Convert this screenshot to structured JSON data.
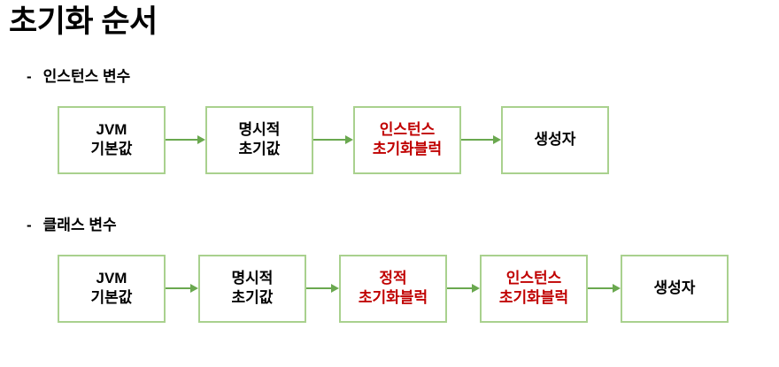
{
  "title": "초기화 순서",
  "colors": {
    "box_border": "#a9d18e",
    "arrow": "#6aa84f",
    "highlight": "#c00000",
    "text": "#000000"
  },
  "sections": [
    {
      "bullet": "-",
      "label": "인스턴스 변수",
      "boxes": [
        {
          "lines": [
            "JVM",
            "기본값"
          ],
          "highlight": false
        },
        {
          "lines": [
            "명시적",
            "초기값"
          ],
          "highlight": false
        },
        {
          "lines": [
            "인스턴스",
            "초기화블럭"
          ],
          "highlight": true
        },
        {
          "lines": [
            "생성자"
          ],
          "highlight": false
        }
      ]
    },
    {
      "bullet": "-",
      "label": "클래스 변수",
      "boxes": [
        {
          "lines": [
            "JVM",
            "기본값"
          ],
          "highlight": false
        },
        {
          "lines": [
            "명시적",
            "초기값"
          ],
          "highlight": false
        },
        {
          "lines": [
            "정적",
            "초기화블럭"
          ],
          "highlight": true
        },
        {
          "lines": [
            "인스턴스",
            "초기화블럭"
          ],
          "highlight": true
        },
        {
          "lines": [
            "생성자"
          ],
          "highlight": false
        }
      ]
    }
  ]
}
